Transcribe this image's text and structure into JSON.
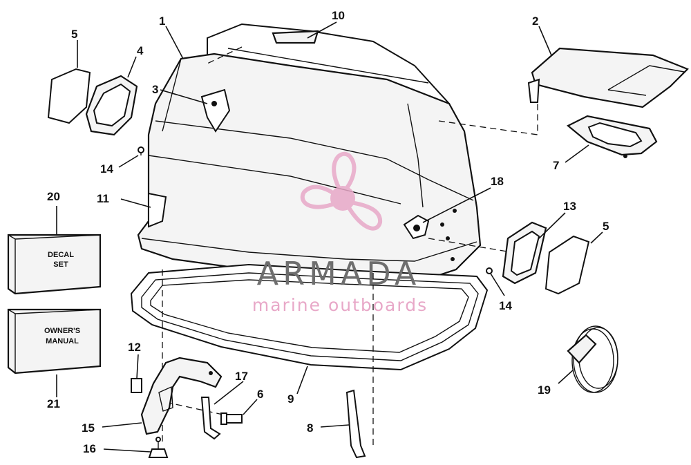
{
  "watermark": {
    "title": "ARMADA",
    "subtitle": "marine outboards",
    "title_color": "#6e6e6e",
    "logo_color": "#e8a8c8"
  },
  "boxes": {
    "decal_line1": "DECAL",
    "decal_line2": "SET",
    "manual_line1": "OWNER'S",
    "manual_line2": "MANUAL"
  },
  "callouts": {
    "c1": "1",
    "c2": "2",
    "c3": "3",
    "c4": "4",
    "c5a": "5",
    "c5b": "5",
    "c6": "6",
    "c7": "7",
    "c8": "8",
    "c9": "9",
    "c10": "10",
    "c11": "11",
    "c12": "12",
    "c13": "13",
    "c14a": "14",
    "c14b": "14",
    "c15": "15",
    "c16": "16",
    "c17": "17",
    "c18": "18",
    "c19": "19",
    "c20": "20",
    "c21": "21"
  }
}
